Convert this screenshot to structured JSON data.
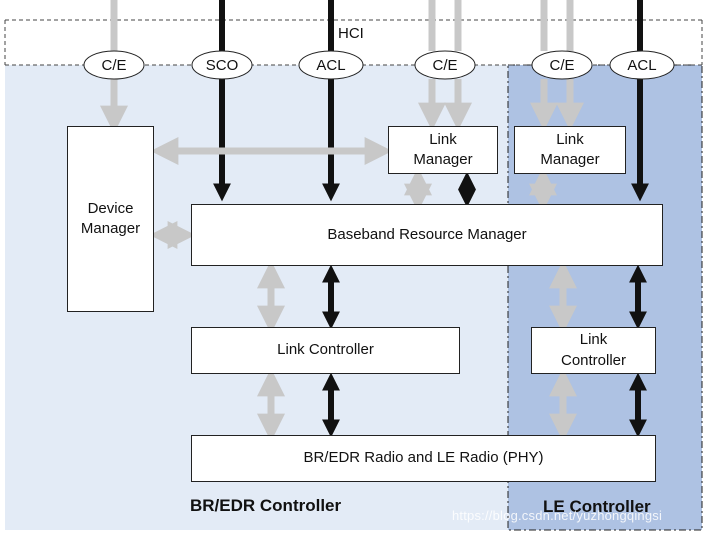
{
  "hci_label": "HCI",
  "colors": {
    "bredr_fill": "#e3ebf6",
    "le_fill": "#aec2e3",
    "gray_arrow": "#c8c8c8",
    "black_arrow": "#111111"
  },
  "connectors": [
    {
      "id": "ce-1",
      "label": "C/E"
    },
    {
      "id": "sco",
      "label": "SCO"
    },
    {
      "id": "acl-1",
      "label": "ACL"
    },
    {
      "id": "ce-2",
      "label": "C/E"
    },
    {
      "id": "ce-3",
      "label": "C/E"
    },
    {
      "id": "acl-2",
      "label": "ACL"
    }
  ],
  "boxes": {
    "device_manager": "Device\nManager",
    "link_manager_bredr": "Link\nManager",
    "link_manager_le": "Link\nManager",
    "baseband": "Baseband Resource Manager",
    "link_controller_bredr": "Link Controller",
    "link_controller_le": "Link\nController",
    "radio": "BR/EDR Radio and LE Radio (PHY)"
  },
  "regions": {
    "bredr": "BR/EDR Controller",
    "le": "LE Controller"
  },
  "watermark": "https://blog.csdn.net/yuzhongqingsi"
}
